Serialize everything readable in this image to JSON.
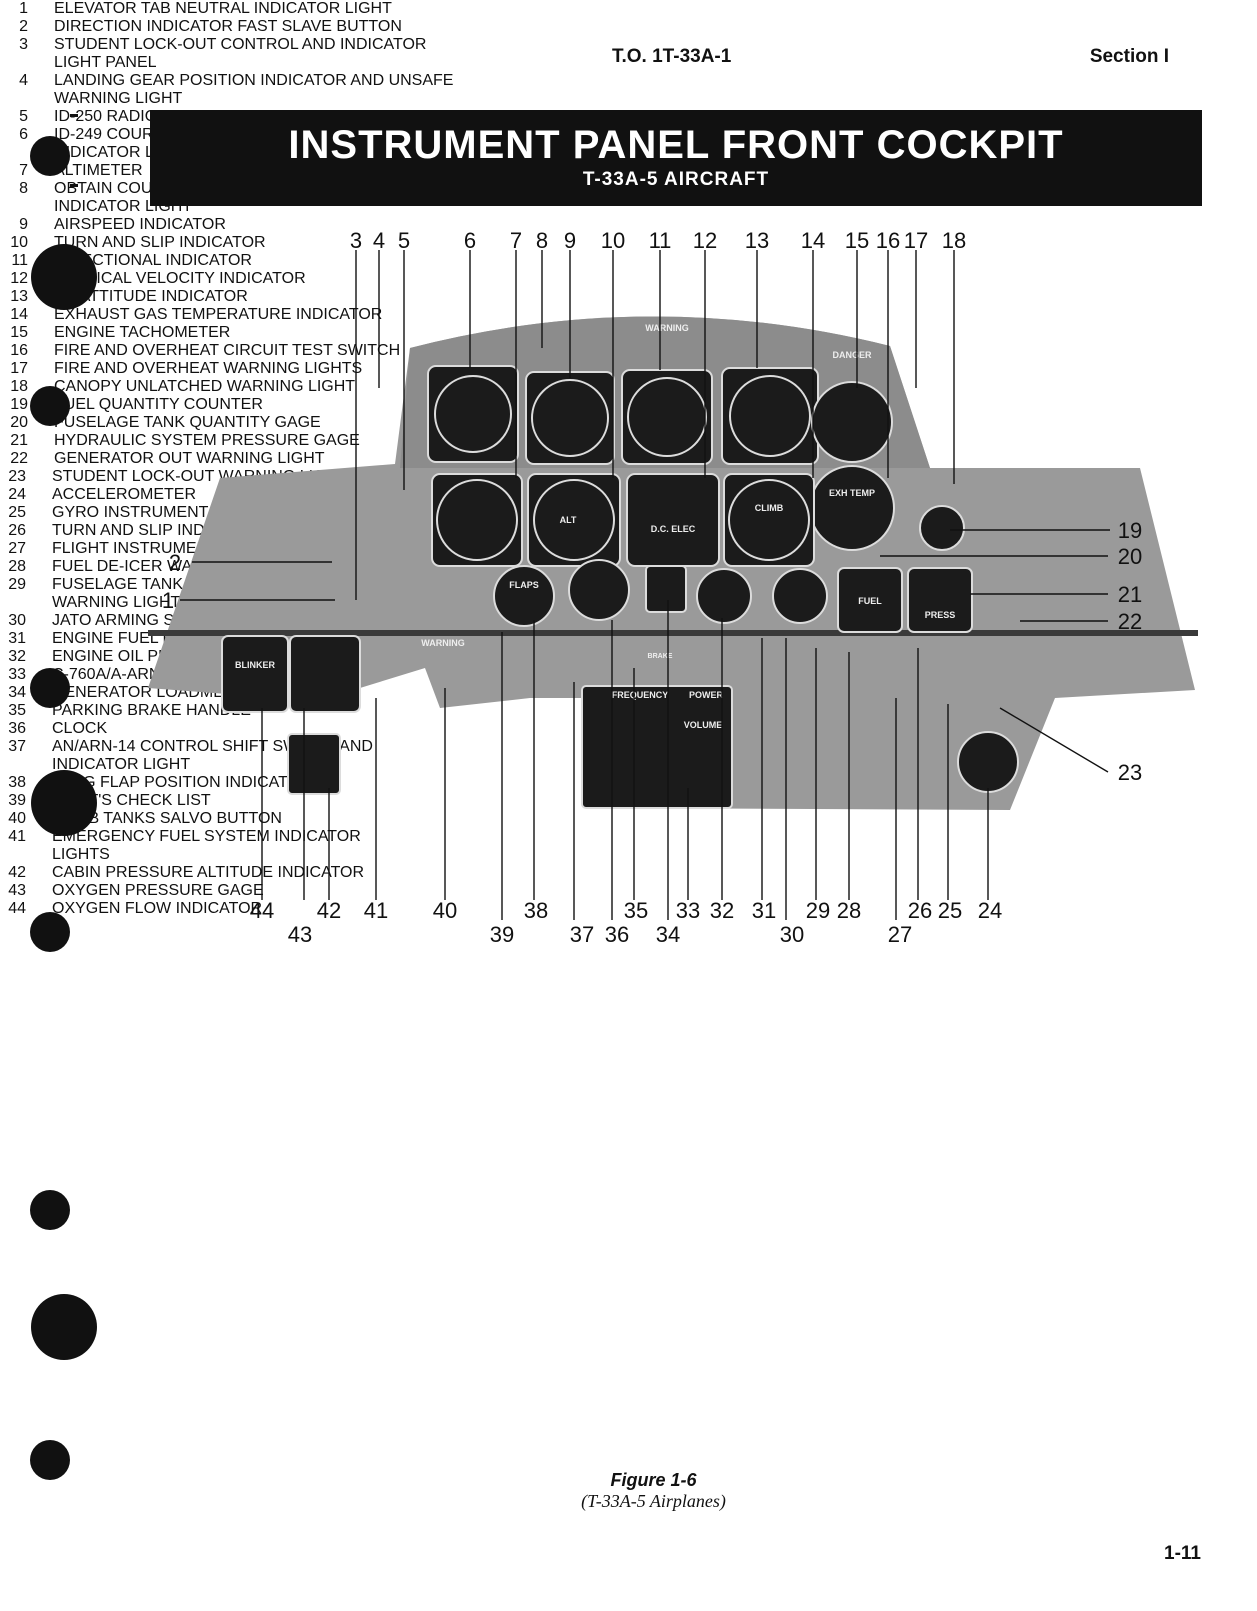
{
  "header": {
    "to_number": "T.O. 1T-33A-1",
    "section": "Section I"
  },
  "title": {
    "main": "INSTRUMENT PANEL FRONT COCKPIT",
    "sub": "T-33A-5 AIRCRAFT"
  },
  "figure": {
    "panel_placards": {
      "warning": "WARNING",
      "danger": "DANGER",
      "blinker": "BLINKER",
      "dc_elec": "D.C. ELEC",
      "alt": "ALT",
      "climb": "CLIMB",
      "fuel": "FUEL",
      "press": "PRESS",
      "exh_temp": "EXH TEMP",
      "flaps": "FLAPS",
      "frequency": "FREQUENCY",
      "volume": "VOLUME",
      "power": "POWER",
      "brake": "BRAKE"
    },
    "callouts": {
      "c1": "1",
      "c2": "2",
      "c3": "3",
      "c4": "4",
      "c5": "5",
      "c6": "6",
      "c7": "7",
      "c8": "8",
      "c9": "9",
      "c10": "10",
      "c11": "11",
      "c12": "12",
      "c13": "13",
      "c14": "14",
      "c15": "15",
      "c16": "16",
      "c17": "17",
      "c18": "18",
      "c19": "19",
      "c20": "20",
      "c21": "21",
      "c22": "22",
      "c23": "23",
      "c24": "24",
      "c25": "25",
      "c26": "26",
      "c27": "27",
      "c28": "28",
      "c29": "29",
      "c30": "30",
      "c31": "31",
      "c32": "32",
      "c33": "33",
      "c34": "34",
      "c35": "35",
      "c36": "36",
      "c37": "37",
      "c38": "38",
      "c39": "39",
      "c40": "40",
      "c41": "41",
      "c42": "42",
      "c43": "43",
      "c44": "44"
    }
  },
  "legend_left": [
    {
      "n": "1",
      "t": "ELEVATOR TAB NEUTRAL INDICATOR LIGHT"
    },
    {
      "n": "2",
      "t": "DIRECTION INDICATOR FAST SLAVE BUTTON"
    },
    {
      "n": "3",
      "t": "STUDENT LOCK-OUT CONTROL AND INDICATOR LIGHT PANEL"
    },
    {
      "n": "4",
      "t": "LANDING GEAR POSITION INDICATOR AND UNSAFE WARNING LIGHT"
    },
    {
      "n": "5",
      "t": "ID-250 RADIO MAGNETIC INDICATOR"
    },
    {
      "n": "6",
      "t": "ID-249 COURSE INDICATOR AND MARKER BEACON INDICATOR LIGHT"
    },
    {
      "n": "7",
      "t": "ALTIMETER"
    },
    {
      "n": "8",
      "t": "OBTAIN COURSE SETTING FROM OTHER COCKPIT INDICATOR LIGHT"
    },
    {
      "n": "9",
      "t": "AIRSPEED INDICATOR"
    },
    {
      "n": "10",
      "t": "TURN AND SLIP INDICATOR"
    },
    {
      "n": "11",
      "t": "DIRECTIONAL INDICATOR"
    },
    {
      "n": "12",
      "t": "VERTICAL VELOCITY INDICATOR"
    },
    {
      "n": "13",
      "t": "J-8 ATTITUDE INDICATOR"
    },
    {
      "n": "14",
      "t": "EXHAUST GAS TEMPERATURE INDICATOR"
    },
    {
      "n": "15",
      "t": "ENGINE TACHOMETER"
    },
    {
      "n": "16",
      "t": "FIRE AND OVERHEAT CIRCUIT TEST SWITCH"
    },
    {
      "n": "17",
      "t": "FIRE AND OVERHEAT WARNING LIGHTS"
    },
    {
      "n": "18",
      "t": "CANOPY UNLATCHED WARNING LIGHT"
    },
    {
      "n": "19",
      "t": "FUEL QUANTITY COUNTER"
    },
    {
      "n": "20",
      "t": "FUSELAGE TANK QUANTITY GAGE"
    },
    {
      "n": "21",
      "t": "HYDRAULIC SYSTEM PRESSURE GAGE"
    },
    {
      "n": "22",
      "t": "GENERATOR OUT WARNING LIGHT"
    }
  ],
  "legend_right": [
    {
      "n": "23",
      "t": "STUDENT LOCK-OUT WARNING LIGHT"
    },
    {
      "n": "24",
      "t": "ACCELEROMETER"
    },
    {
      "n": "25",
      "t": "GYRO INSTRUMENT WARNING LIGHT"
    },
    {
      "n": "26",
      "t": "TURN AND SLIP INDICATOR WARNING LIGHT"
    },
    {
      "n": "27",
      "t": "FLIGHT INSTRUMENT POWER SWITCH"
    },
    {
      "n": "28",
      "t": "FUEL DE-ICER WARNING LIGHT"
    },
    {
      "n": "29",
      "t": "FUSELAGE TANK FUEL RESERVE LOW WARNING LIGHT"
    },
    {
      "n": "30",
      "t": "JATO ARMING SWITCH AND INDICATOR LIGHT"
    },
    {
      "n": "31",
      "t": "ENGINE FUEL PRESSURE GAGE"
    },
    {
      "n": "32",
      "t": "ENGINE OIL PRESSURE GAGE"
    },
    {
      "n": "33",
      "t": "C-760A/A-ARN-14 CONTROL PANEL"
    },
    {
      "n": "34",
      "t": "GENERATOR LOADMETER"
    },
    {
      "n": "35",
      "t": "PARKING BRAKE HANDLE"
    },
    {
      "n": "36",
      "t": "CLOCK"
    },
    {
      "n": "37",
      "t": "AN/ARN-14 CONTROL SHIFT SWITCH AND INDICATOR LIGHT"
    },
    {
      "n": "38",
      "t": "WING FLAP POSITION INDICATOR"
    },
    {
      "n": "39",
      "t": "PILOT'S CHECK LIST"
    },
    {
      "n": "40",
      "t": "BOMB TANKS SALVO BUTTON"
    },
    {
      "n": "41",
      "t": "EMERGENCY FUEL SYSTEM INDICATOR LIGHTS"
    },
    {
      "n": "42",
      "t": "CABIN PRESSURE ALTITUDE INDICATOR"
    },
    {
      "n": "43",
      "t": "OXYGEN PRESSURE GAGE"
    },
    {
      "n": "44",
      "t": "OXYGEN FLOW INDICATOR"
    }
  ],
  "caption": {
    "figure": "Figure 1-6",
    "sub": "(T-33A-5 Airplanes)"
  },
  "page_number": "1-11"
}
